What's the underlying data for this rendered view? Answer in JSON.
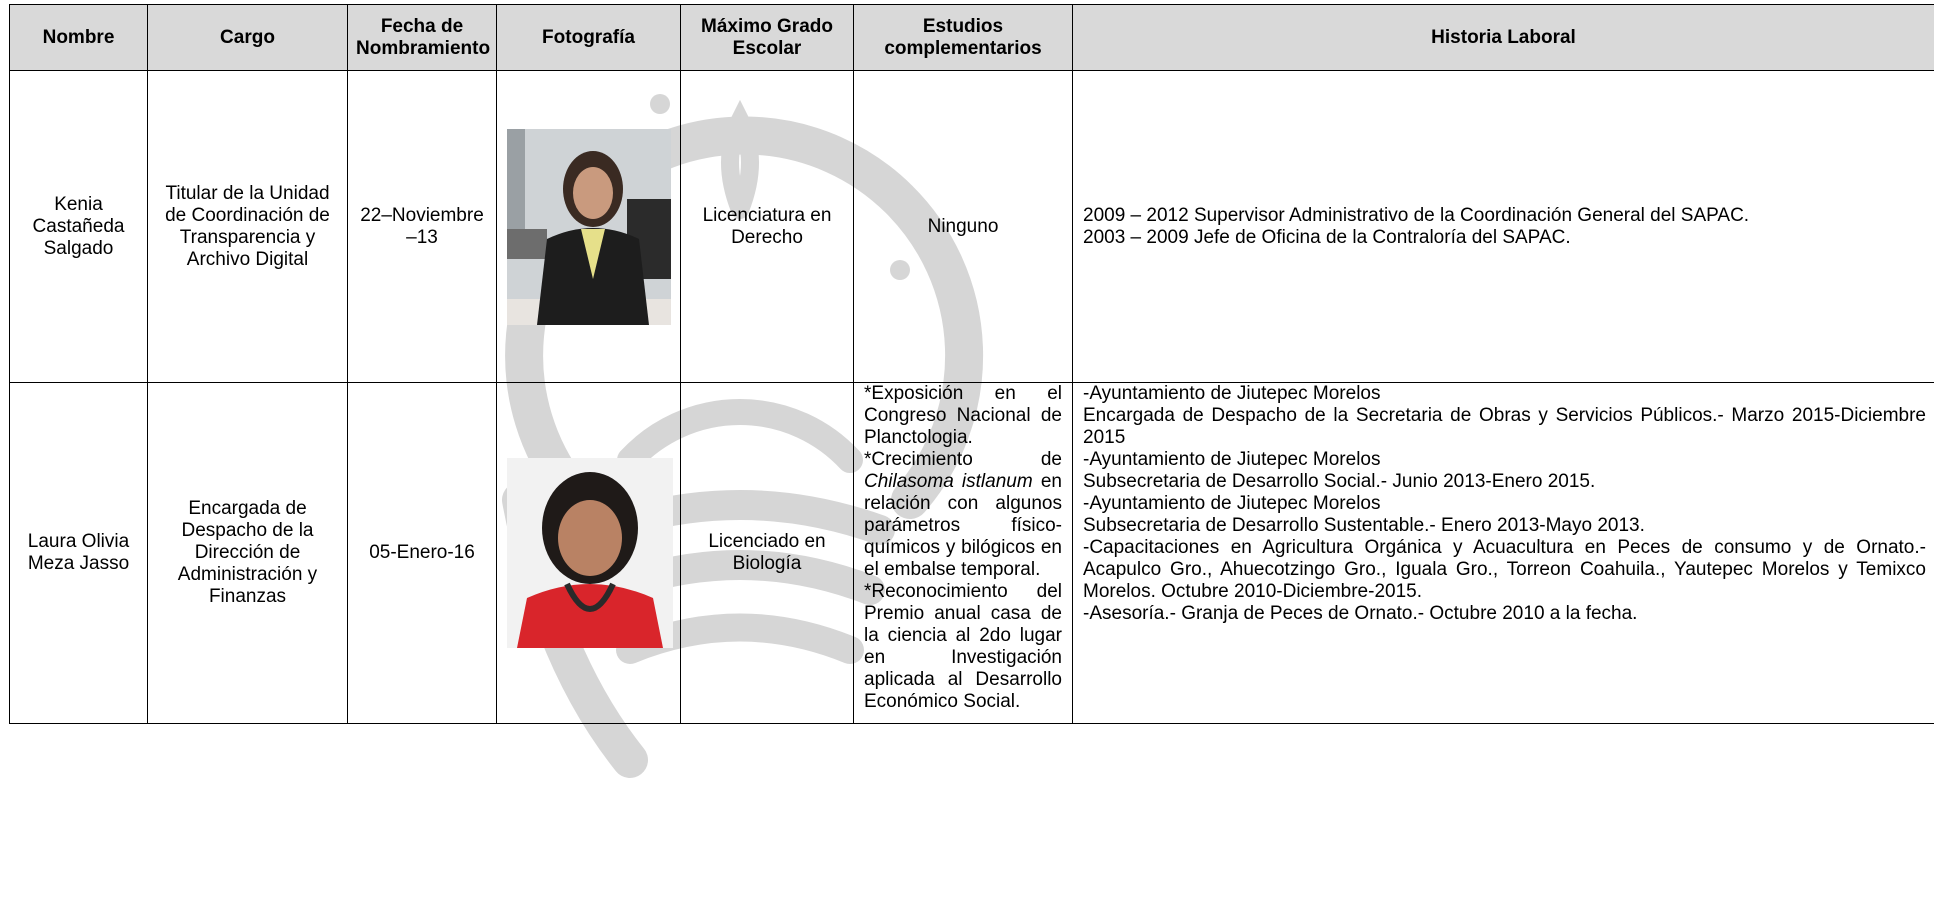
{
  "headers": {
    "nombre": "Nombre",
    "cargo": "Cargo",
    "fecha": "Fecha de Nombramiento",
    "fotografia": "Fotografía",
    "grado": "Máximo Grado Escolar",
    "estudios": "Estudios complementarios",
    "historia": "Historia Laboral"
  },
  "rows": [
    {
      "nombre": "Kenia Castañeda Salgado",
      "cargo": "Titular de la Unidad de Coordinación de Transparencia y Archivo Digital",
      "fecha": "22–Noviembre –13",
      "grado": "Licenciatura en Derecho",
      "estudios": "Ninguno",
      "historia": [
        "2009 – 2012 Supervisor Administrativo de la Coordinación General del SAPAC.",
        "2003 – 2009 Jefe de Oficina de la Contraloría del SAPAC."
      ]
    },
    {
      "nombre": "Laura Olivia Meza Jasso",
      "cargo": "Encargada de Despacho de la Dirección de Administración y Finanzas",
      "fecha": "05-Enero-16",
      "grado": "Licenciado en Biología",
      "estudios": {
        "e1": "*Exposición en el Congreso Nacional de Planctologia.",
        "e2_pre": "*Crecimiento de ",
        "e2_italic": "Chilasoma istlanum",
        "e2_post": " en relación con algunos parámetros físico-químicos y bilógicos en el embalse temporal.",
        "e3": "*Reconocimiento del Premio anual casa de la ciencia al 2do lugar en Investigación aplicada al Desarrollo Económico Social."
      },
      "historia": [
        "-Ayuntamiento de Jiutepec  Morelos",
        "Encargada de Despacho de la Secretaria de Obras y Servicios Públicos.- Marzo 2015-Diciembre 2015",
        "-Ayuntamiento de Jiutepec  Morelos",
        "Subsecretaria de Desarrollo Social.- Junio 2013-Enero 2015.",
        "-Ayuntamiento de Jiutepec  Morelos",
        "Subsecretaria de Desarrollo Sustentable.- Enero 2013-Mayo 2013.",
        "-Capacitaciones en Agricultura Orgánica y Acuacultura en Peces de consumo y de Ornato.- Acapulco Gro., Ahuecotzingo Gro., Iguala Gro., Torreon Coahuila., Yautepec Morelos y Temixco Morelos. Octubre 2010-Diciembre-2015.",
        "-Asesoría.- Granja de Peces de Ornato.- Octubre 2010 a la fecha."
      ]
    }
  ]
}
